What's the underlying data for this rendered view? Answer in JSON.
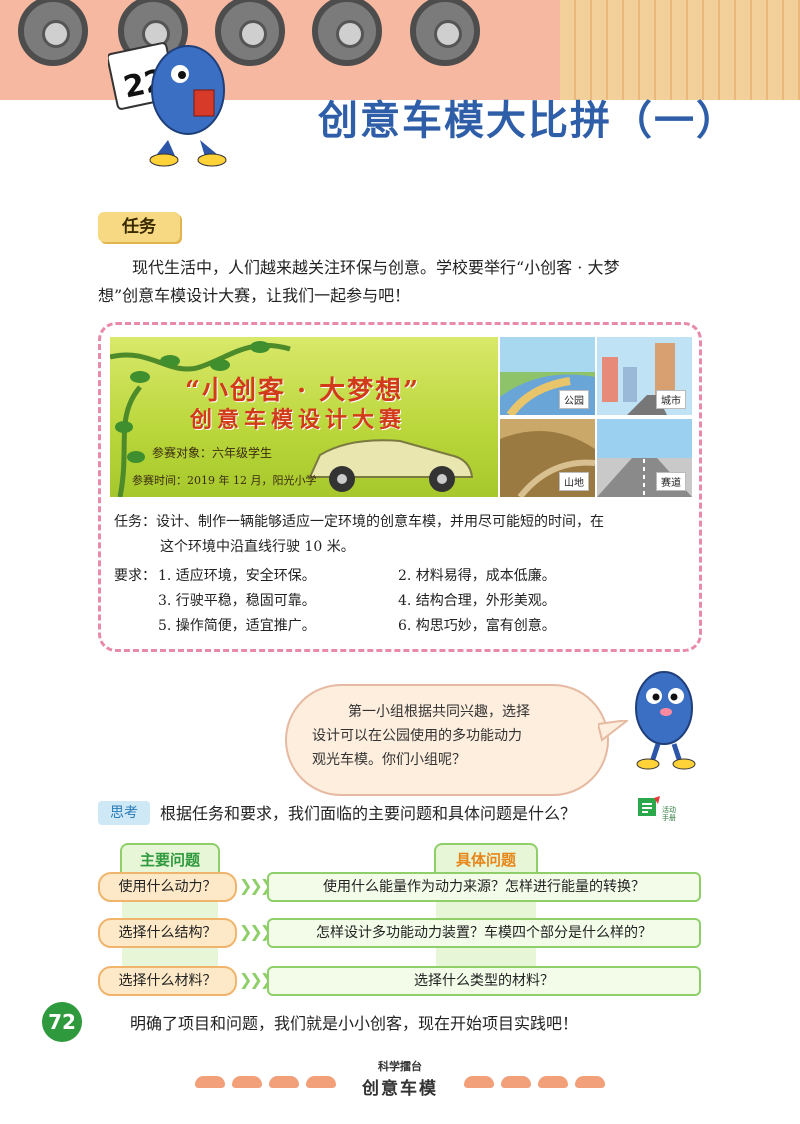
{
  "header": {
    "lesson_number": "22",
    "title": "创意车模大比拼（一）"
  },
  "task": {
    "label": "任务",
    "intro_line1": "现代生活中，人们越来越关注环保与创意。学校要举行“小创客 · 大梦",
    "intro_line2": "想”创意车模设计大赛，让我们一起参与吧！"
  },
  "poster": {
    "title_line1": "“小创客 · 大梦想”",
    "title_line2": "创意车模设计大赛",
    "target": "参赛对象：六年级学生",
    "time": "参赛时间：2019 年 12 月，阳光小学",
    "tiles": [
      "公园",
      "城市",
      "山地",
      "赛道"
    ]
  },
  "rules": {
    "task_line1": "任务：设计、制作一辆能够适应一定环境的创意车模，并用尽可能短的时间，在",
    "task_line2": "这个环境中沿直线行驶 10 米。",
    "req_label": "要求：",
    "items": [
      "1. 适应环境，安全环保。",
      "2. 材料易得，成本低廉。",
      "3. 行驶平稳，稳固可靠。",
      "4. 结构合理，外形美观。",
      "5. 操作简便，适宜推广。",
      "6. 构思巧妙，富有创意。"
    ]
  },
  "speech": {
    "line1": "第一小组根据共同兴趣，选择",
    "line2": "设计可以在公园使用的多功能动力",
    "line3": "观光车模。你们小组呢？"
  },
  "think": {
    "label": "思考",
    "question": "根据任务和要求，我们面临的主要问题和具体问题是什么？",
    "icon_label_1": "活动",
    "icon_label_2": "手册"
  },
  "problems": {
    "main_header": "主要问题",
    "detail_header": "具体问题",
    "rows": [
      {
        "main": "使用什么动力？",
        "detail": "使用什么能量作为动力来源？怎样进行能量的转换？"
      },
      {
        "main": "选择什么结构？",
        "detail": "怎样设计多功能动力装置？车模四个部分是什么样的？"
      },
      {
        "main": "选择什么材料？",
        "detail": "选择什么类型的材料？"
      }
    ]
  },
  "closing": "明确了项目和问题，我们就是小小创客，现在开始项目实践吧！",
  "footer": {
    "page_number": "72",
    "series": "科学擂台",
    "book": "创意车模"
  }
}
